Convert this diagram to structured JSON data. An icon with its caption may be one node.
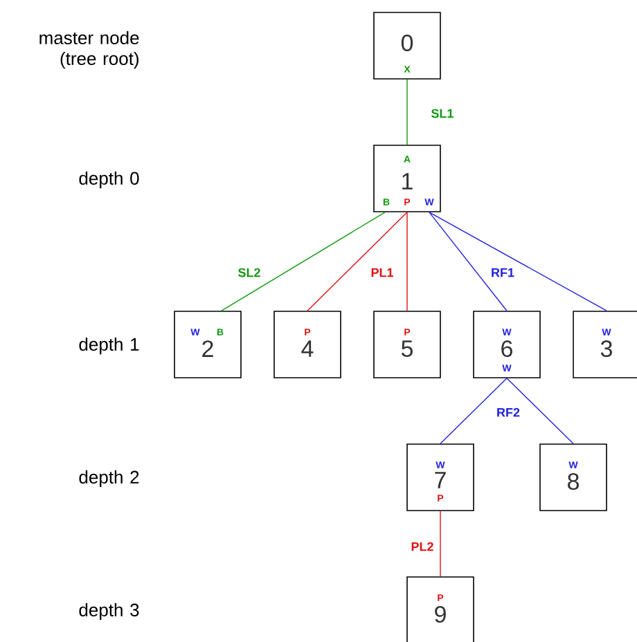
{
  "diagram": {
    "nodes": [
      {
        "text": [
          "0",
          "X"
        ]
      },
      {
        "text": [
          "A",
          "1",
          "B",
          "P",
          "W"
        ]
      },
      {
        "text": [
          "W",
          "B",
          "2"
        ]
      },
      {
        "text": [
          "P",
          "4"
        ]
      },
      {
        "text": [
          "P",
          "5"
        ]
      },
      {
        "text": [
          "W",
          "6",
          "W"
        ]
      },
      {
        "text": [
          "W",
          "3"
        ]
      },
      {
        "text": [
          "W",
          "7",
          "P"
        ]
      },
      {
        "text": [
          "W",
          "8"
        ]
      },
      {
        "text": [
          "P",
          "9"
        ]
      }
    ],
    "edges": [
      {
        "from": 0,
        "to": 1,
        "arrow": "none",
        "label": "SL1",
        "color": "#119911"
      },
      {
        "from": 1,
        "to": 2,
        "arrow": "none",
        "label": "SL2",
        "color": "#119911"
      },
      {
        "from": 1,
        "to": 3,
        "arrow": "none",
        "color": "#dd1111"
      },
      {
        "from": 1,
        "to": 4,
        "arrow": "none",
        "label": "PL1",
        "color": "#dd1111"
      },
      {
        "from": 1,
        "to": 5,
        "arrow": "none",
        "label": "RF1"
      },
      {
        "from": 1,
        "to": 6,
        "arrow": "none"
      },
      {
        "from": 5,
        "to": 7,
        "arrow": "none",
        "label": "RF2"
      },
      {
        "from": 5,
        "to": 8,
        "arrow": "none"
      },
      {
        "from": 7,
        "to": 9,
        "arrow": "none",
        "label": "PL2",
        "color": "#dd1111"
      }
    ],
    "labels": [
      "master node (tree root)",
      "depth 0",
      "depth 1",
      "depth 2",
      "depth 3"
    ]
  }
}
